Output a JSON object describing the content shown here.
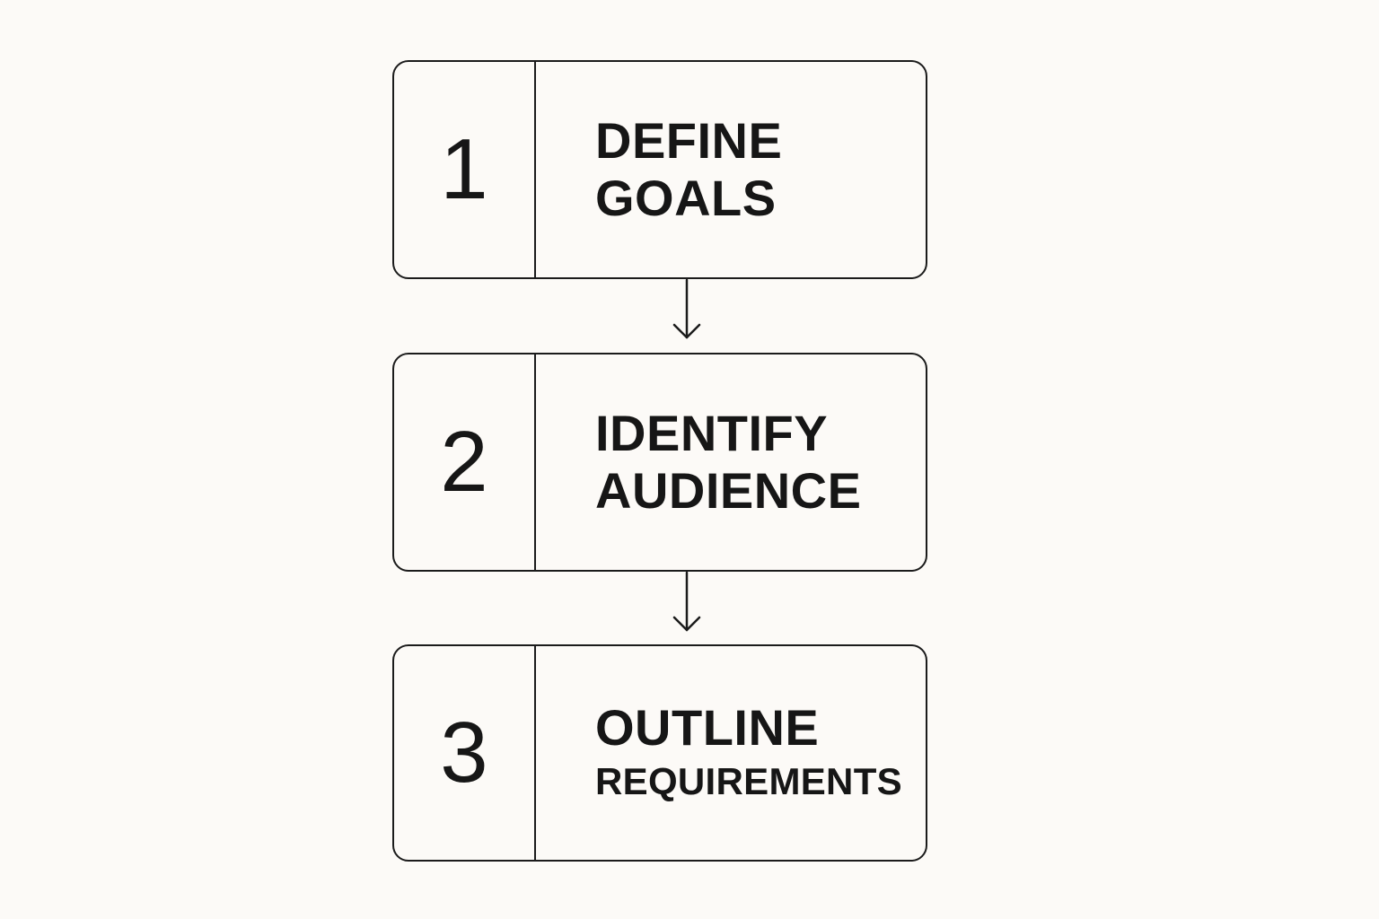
{
  "steps": [
    {
      "number": "1",
      "label_line1": "DEFINE",
      "label_line2": "GOALS"
    },
    {
      "number": "2",
      "label_line1": "IDENTIFY",
      "label_line2": "AUDIENCE"
    },
    {
      "number": "3",
      "label_line1": "OUTLINE",
      "label_line2": "REQUIREMENTS"
    }
  ],
  "colors": {
    "background": "#fcfaf7",
    "stroke": "#1b1b1b",
    "text": "#161616"
  },
  "icons": {
    "connector": "arrow-down-icon"
  }
}
